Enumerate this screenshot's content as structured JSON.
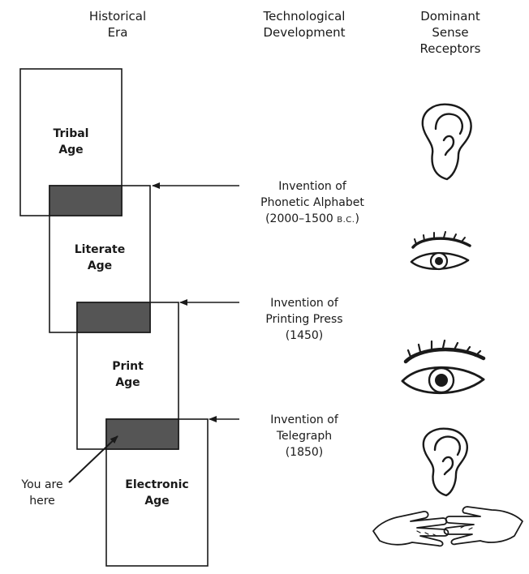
{
  "headers": {
    "era": [
      "Historical",
      "Era"
    ],
    "tech": [
      "Technological",
      "Development"
    ],
    "sense": [
      "Dominant",
      "Sense",
      "Receptors"
    ]
  },
  "eras": [
    {
      "lines": [
        "Tribal",
        "Age"
      ]
    },
    {
      "lines": [
        "Literate",
        "Age"
      ]
    },
    {
      "lines": [
        "Print",
        "Age"
      ]
    },
    {
      "lines": [
        "Electronic",
        "Age"
      ]
    }
  ],
  "developments": [
    {
      "lines": [
        "Invention of",
        "Phonetic Alphabet"
      ],
      "date": "(2000–1500 ",
      "date_suffix": "B.C.",
      "date_close": ")"
    },
    {
      "lines": [
        "Invention of",
        "Printing Press",
        "(1450)"
      ]
    },
    {
      "lines": [
        "Invention of",
        "Telegraph",
        "(1850)"
      ]
    }
  ],
  "you_are_here": [
    "You are",
    "here"
  ],
  "senses": [
    {
      "icon": "ear-icon"
    },
    {
      "icon": "small-eye-icon"
    },
    {
      "icon": "large-eye-icon"
    },
    {
      "icon": "ear-icon"
    },
    {
      "icon": "hands-icon"
    }
  ],
  "colors": {
    "ink": "#1a1a1a",
    "overlap": "#555555"
  }
}
